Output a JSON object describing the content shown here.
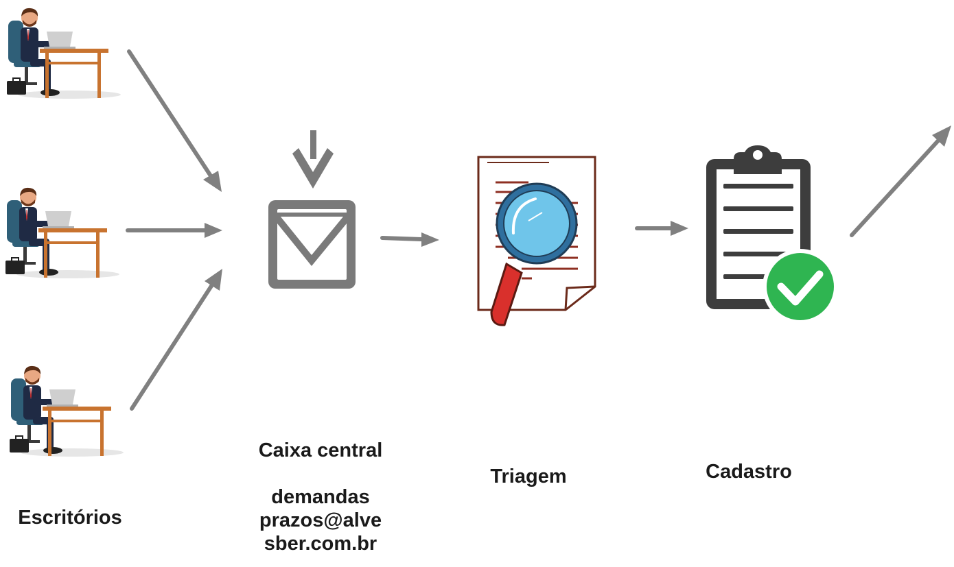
{
  "labels": {
    "offices": "Escritórios",
    "central_box_title": "Caixa central",
    "central_box_line1": "demandas",
    "central_box_line2": "prazos@alve",
    "central_box_line3": "sber.com.br",
    "triage": "Triagem",
    "registration": "Cadastro"
  },
  "icons": {
    "office_worker": "office-worker-icon",
    "mailbox": "mail-inbox-icon",
    "triage": "document-magnifier-icon",
    "registration": "clipboard-check-icon"
  },
  "colors": {
    "arrow": "#808080",
    "mail_icon": "#7a7a7a",
    "check_circle": "#2fb551",
    "magnifier_lens": "#6fc5ea",
    "magnifier_handle": "#d9302c",
    "clipboard": "#3d3d3d",
    "desk": "#c8732f",
    "suit": "#1f2a44",
    "chair": "#2f5f78"
  }
}
